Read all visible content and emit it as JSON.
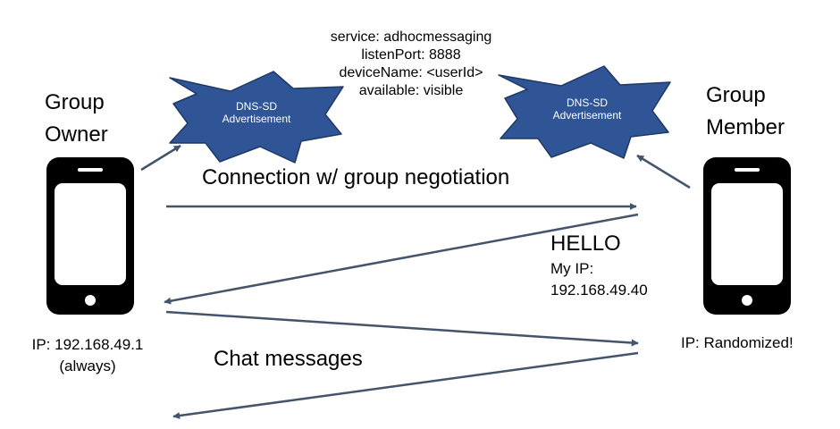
{
  "group_owner": {
    "label_line1": "Group",
    "label_line2": "Owner",
    "ip_line1": "IP: 192.168.49.1",
    "ip_line2": "(always)"
  },
  "group_member": {
    "label_line1": "Group",
    "label_line2": "Member",
    "ip": "IP: Randomized!"
  },
  "advertisement": {
    "line1": "DNS-SD",
    "line2": "Advertisement"
  },
  "service_record": {
    "line1": "service: adhocmessaging",
    "line2": "listenPort: 8888",
    "line3": "deviceName: <userId>",
    "line4": "available: visible"
  },
  "messages": {
    "connection": "Connection w/ group negotiation",
    "hello": "HELLO",
    "my_ip_label": "My IP:",
    "my_ip_value": "192.168.49.40",
    "chat": "Chat messages"
  },
  "colors": {
    "arrow": "#44546a",
    "burst_fill": "#2f5597",
    "burst_stroke": "#1f3864",
    "phone_body": "#000000",
    "phone_screen": "#ffffff"
  }
}
